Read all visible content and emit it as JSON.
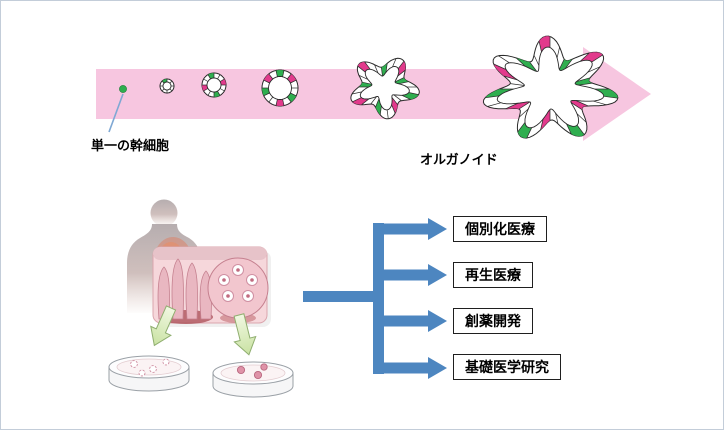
{
  "diagram": {
    "stem_cell_label": "単一の幹細胞",
    "organoid_label": "オルガノイド",
    "applications": [
      "個別化医療",
      "再生医療",
      "創薬開発",
      "基礎医学研究"
    ]
  },
  "colors": {
    "arrow_pink": "#F7C6E0",
    "connector_blue": "#4D86C0",
    "cell_green": "#2FAE4F",
    "cell_magenta": "#E23A8C"
  },
  "icons": {
    "growth_arrow": "right-block-arrow",
    "branch_arrows": "right-branch-arrows",
    "isolation_arrows": "down-green-block-arrows"
  }
}
